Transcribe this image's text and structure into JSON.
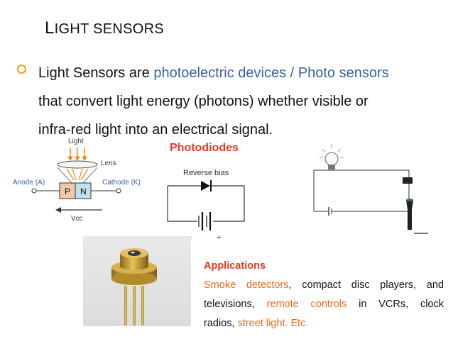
{
  "title": {
    "first": "L",
    "rest": "IGHT SENSORS"
  },
  "bullet": {
    "line1_a": "Light Sensors are ",
    "line1_b": "photoelectric devices / Photo sensors",
    "line2": "that convert light energy (photons)  whether visible or",
    "line3": "infra-red light into an electrical signal."
  },
  "diode_diagram": {
    "light": "Light",
    "lens": "Lens",
    "anode": "Anode (A)",
    "cathode": "Cathode (K)",
    "p": "P",
    "n": "N",
    "vcc": "Vcc"
  },
  "photodiodes_label": "Photodiodes",
  "reverse_bias": {
    "label": "Reverse bias",
    "minus": "−",
    "plus": "+"
  },
  "applications": {
    "heading": "Applications",
    "smoke": "Smoke detectors",
    "row1_rest": ", compact disc players, and",
    "row2_a": "televisions, ",
    "remote": "remote controls",
    "row2_b": " in VCRs, clock",
    "row3_a": "radios, ",
    "street": "street light. Etc."
  },
  "colors": {
    "accent_orange": "#e86a1b",
    "heading_red": "#e53a1f",
    "link_blue": "#3a5fa8",
    "bullet_ring": "#e8a317"
  }
}
